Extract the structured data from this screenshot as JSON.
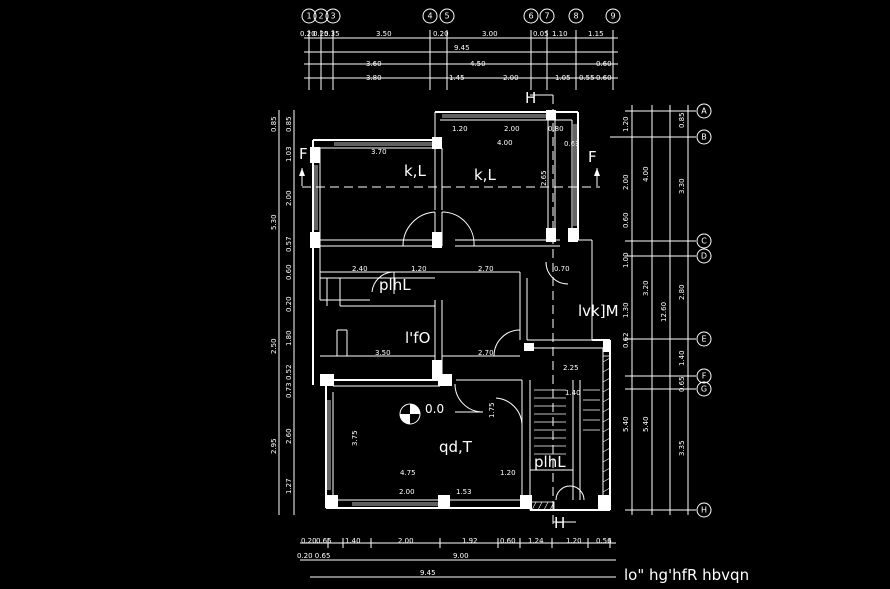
{
  "title": "lo\" hg'hfR hbvqn",
  "top_axes": [
    "1",
    "2",
    "3",
    "4",
    "5",
    "6",
    "7",
    "8",
    "9"
  ],
  "right_axes": [
    "A",
    "B",
    "C",
    "D",
    "E",
    "F",
    "G",
    "H"
  ],
  "rooms": {
    "kitchen_left": "k,L",
    "kitchen_right": "k,L",
    "wc": "plhL",
    "hall": "l'fO",
    "store": "lvk]M",
    "bedroom": "qd,T",
    "stair_wc": "plhL",
    "level": "0.0"
  },
  "section_marks": {
    "left": "F",
    "right": "F",
    "top": "H",
    "bottom": "H"
  },
  "top_dims": {
    "row1": [
      "0.20",
      "0.25",
      "0.35",
      "3.50",
      "0.20",
      "3.00",
      "0.05",
      "1.10",
      "1.15"
    ],
    "row1_total": "9.45",
    "row2": [
      "3.60",
      "4.50",
      "0.60"
    ],
    "row3": [
      "3.80",
      "1.45",
      "2.00",
      "1.05",
      "0.55",
      "0.60"
    ]
  },
  "bottom_dims": {
    "row1": [
      "0.20",
      "0.65",
      "1.40",
      "2.00",
      "1.92",
      "0.60",
      "1.24",
      "1.20",
      "0.56"
    ],
    "row2_lead": "0.20  0.65",
    "row2_total": "9.00",
    "row3_total": "9.45"
  },
  "left_dims": [
    "0.85",
    "0.85",
    "1.03",
    "2.00",
    "5.30",
    "0.57",
    "0.60",
    "0.20",
    "2.50",
    "1.80",
    "0.52",
    "0.73",
    "2.95",
    "2.60",
    "1.27"
  ],
  "right_dims": [
    "1.20",
    "2.00",
    "4.00",
    "0.60",
    "1.00",
    "3.20",
    "1.30",
    "0.62",
    "12.60",
    "1.40",
    "0.65",
    "5.40",
    "5.40",
    "3.35",
    "3.30",
    "2.80",
    "0.85"
  ],
  "inner_dims": [
    "3.70",
    "1.20",
    "2.00",
    "4.00",
    "0.80",
    "2.40",
    "1.20",
    "2.70",
    "0.70",
    "3.50",
    "2.70",
    "2.25",
    "4.75",
    "1.20",
    "2.00",
    "1.53",
    "1.75",
    "3.75",
    "2.65",
    "1.40",
    "0.63"
  ]
}
